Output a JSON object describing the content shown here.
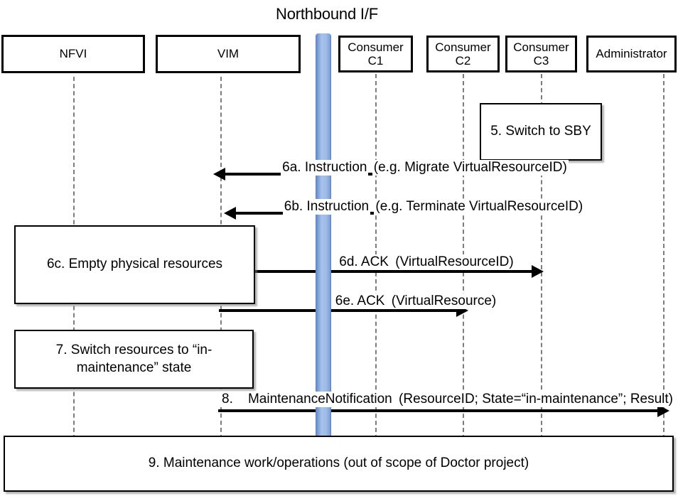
{
  "diagram": {
    "title": "Northbound I/F",
    "type": "uml-sequence-diagram"
  },
  "actors": [
    {
      "id": "nfvi",
      "name": "NFVI",
      "line2": ""
    },
    {
      "id": "vim",
      "name": "VIM",
      "line2": ""
    },
    {
      "id": "c1",
      "name": "Consumer",
      "line2": "C1"
    },
    {
      "id": "c2",
      "name": "Consumer",
      "line2": "C2"
    },
    {
      "id": "c3",
      "name": "Consumer",
      "line2": "C3"
    },
    {
      "id": "admin",
      "name": "Administrator",
      "line2": ""
    }
  ],
  "notes": [
    {
      "id": "n5",
      "line1": "5. Switch to",
      "line2": "SBY"
    },
    {
      "id": "n6c",
      "line1": "6c. Empty physical resources",
      "line2": ""
    },
    {
      "id": "n7",
      "line1": "7. Switch resources to",
      "line2": "“in-maintenance” state"
    },
    {
      "id": "n9",
      "line1": "9. Maintenance work/operations",
      "line2": "(out of scope of Doctor project)"
    }
  ],
  "messages": [
    {
      "id": "m6a",
      "label_top": "6a. Instruction",
      "label_bottom": "(e.g. Migrate VirtualResourceID)",
      "from": "c2",
      "to": "vim",
      "direction": "left"
    },
    {
      "id": "m6b",
      "label_top": "6b. Instruction",
      "label_bottom": "(e.g. Terminate VirtualResourceID)",
      "from": "c3",
      "to": "vim",
      "direction": "left"
    },
    {
      "id": "m6d",
      "label_top": "6d. ACK",
      "label_bottom": "(VirtualResourceID)",
      "from": "vim",
      "to": "c3",
      "direction": "right"
    },
    {
      "id": "m6e",
      "label_top": "6e. ACK",
      "label_bottom": "(VirtualResource)",
      "from": "vim",
      "to": "c2",
      "direction": "right"
    },
    {
      "id": "m8",
      "label_top": "8.    MaintenanceNotification",
      "label_bottom": "(ResourceID; State=“in-maintenance”; Result)",
      "from": "vim",
      "to": "admin",
      "direction": "right"
    }
  ],
  "colors": {
    "northbound_bar": "#9CB9E6",
    "lifeline": "#7D7D7D",
    "stroke": "#000000",
    "background": "#FFFFFF"
  }
}
